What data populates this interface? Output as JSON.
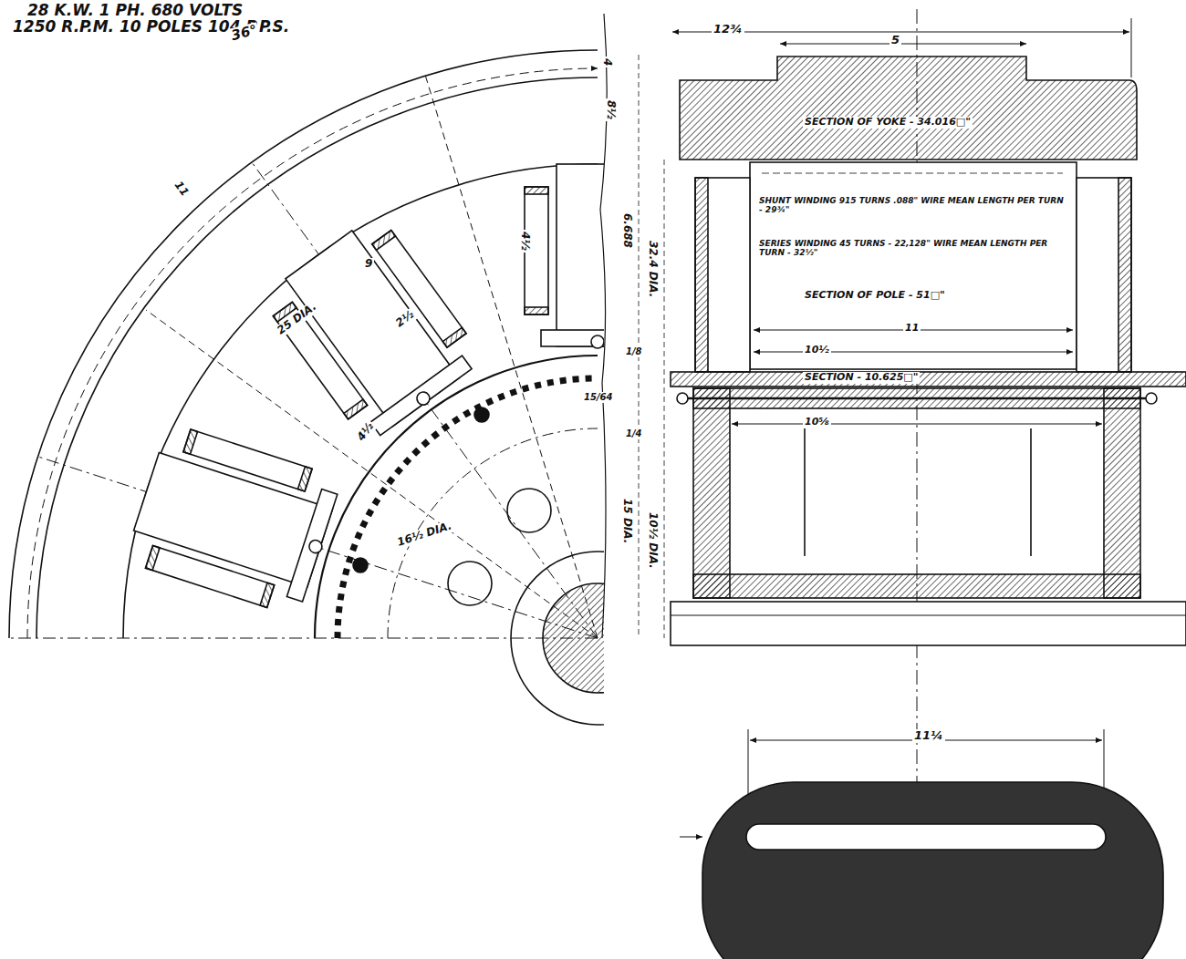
{
  "diagram": {
    "title": "28 K.W. 1 PH. 680 VOLTS",
    "labels": [
      "1250 R.P.M. 10 POLES 104 P.P.S.",
      "36°",
      "12¾",
      "5",
      "4",
      "8½",
      "SECTION OF YOKE - 34.016□\"",
      "SHUNT WINDING 915 TURNS .088\" WIRE MEAN LENGTH PER TURN - 29¾\"",
      "SERIES WINDING 45 TURNS - 22,128\" WIRE MEAN LENGTH PER TURN - 32½\"",
      "SECTION OF POLE - 51□\"",
      "11",
      "10½",
      "SECTION - 10.625□\"",
      "10⅝",
      "4½",
      "6.688",
      "32.4 DIA.",
      "1/8",
      "15/64",
      "1/4",
      "15 DIA.",
      "10½ DIA.",
      "11",
      "9",
      "2½",
      "25 DIA.",
      "4½",
      "16½ DIA.",
      "11¼"
    ]
  }
}
